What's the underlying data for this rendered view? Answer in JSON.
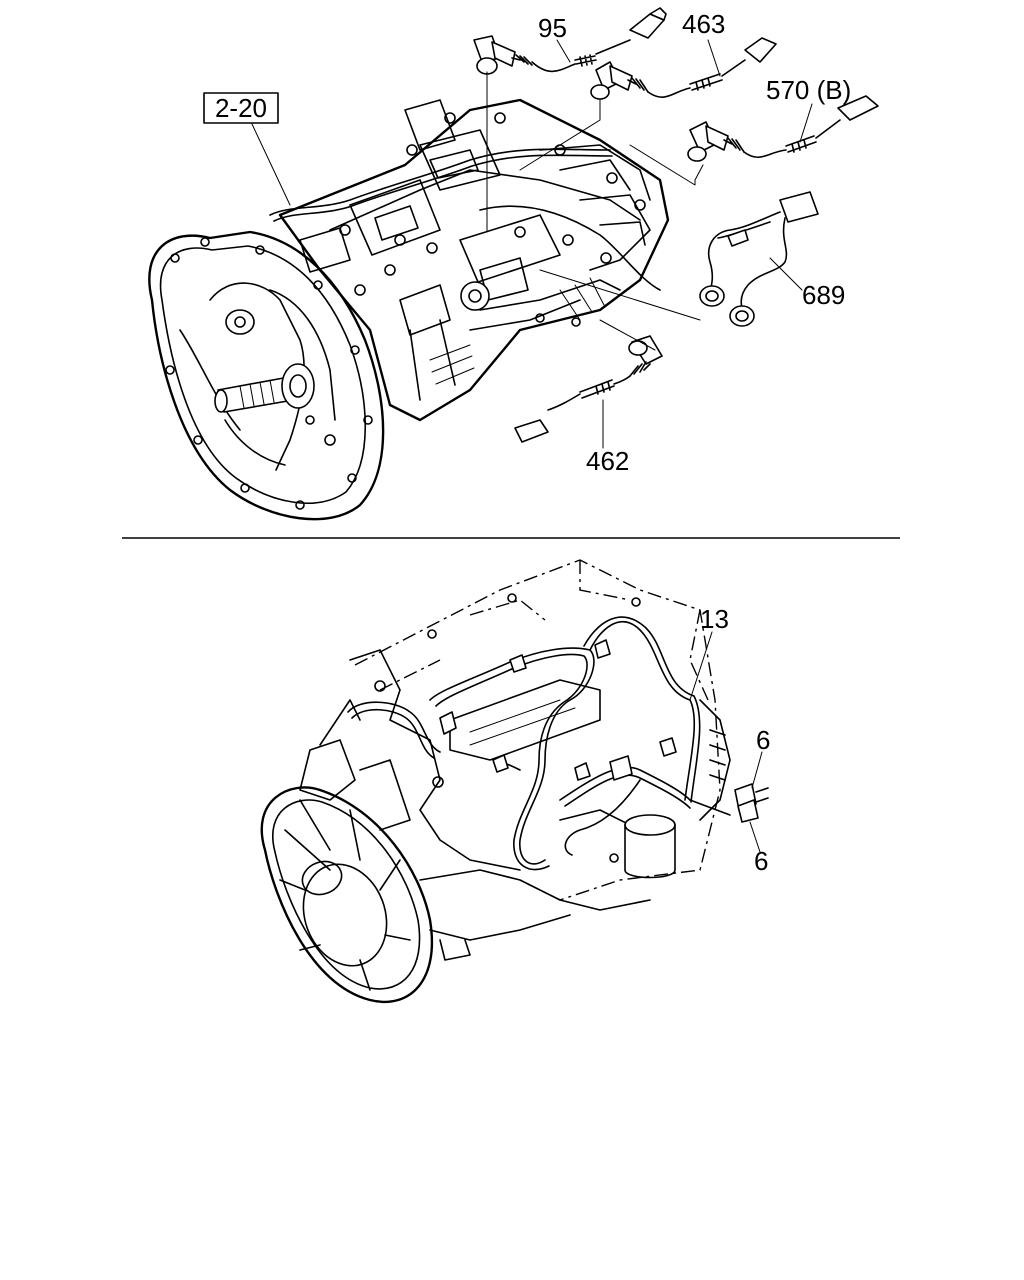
{
  "top_figure": {
    "reference_label": "2-20",
    "callouts": [
      {
        "id": "95",
        "text": "95"
      },
      {
        "id": "463",
        "text": "463"
      },
      {
        "id": "570b",
        "text": "570 (B)"
      },
      {
        "id": "689",
        "text": "689"
      },
      {
        "id": "462",
        "text": "462"
      }
    ]
  },
  "bottom_figure": {
    "callouts": [
      {
        "id": "13",
        "text": "13"
      },
      {
        "id": "6a",
        "text": "6"
      },
      {
        "id": "6b",
        "text": "6"
      }
    ]
  }
}
